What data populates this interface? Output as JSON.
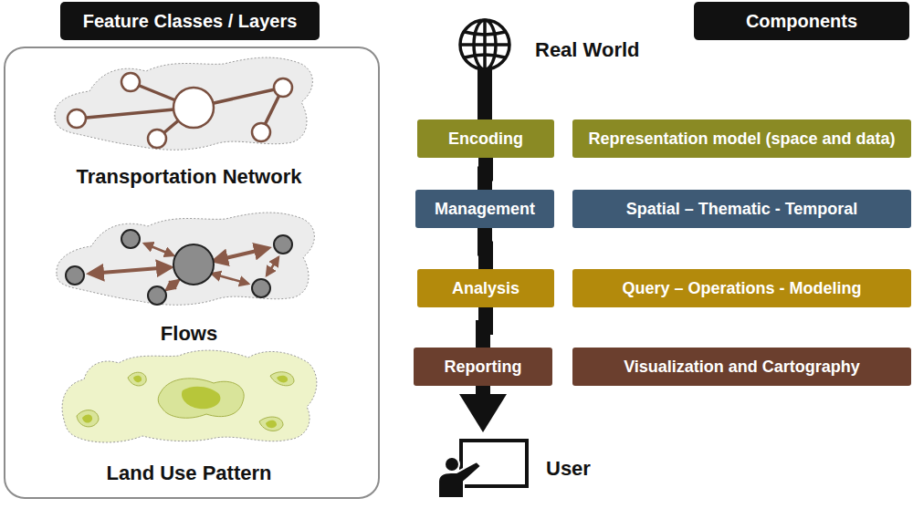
{
  "diagram": {
    "nodes": [
      {
        "text": [
          "Feature Classes / Layers"
        ]
      },
      {
        "text": [
          "Components"
        ]
      },
      {
        "text": [
          "Encoding"
        ]
      },
      {
        "text": [
          "Representation model (space and data)"
        ]
      },
      {
        "text": [
          "Management"
        ]
      },
      {
        "text": [
          "Spatial – Thematic - Temporal"
        ]
      },
      {
        "text": [
          "Analysis"
        ]
      },
      {
        "text": [
          "Query – Operations - Modeling"
        ]
      },
      {
        "text": [
          "Reporting"
        ]
      },
      {
        "text": [
          "Visualization and Cartography"
        ]
      }
    ],
    "edges": [
      {
        "from": 2,
        "to": 4,
        "arrow": "none"
      },
      {
        "from": 4,
        "to": 6,
        "arrow": "none"
      },
      {
        "from": 6,
        "to": 8,
        "arrow": "none"
      }
    ],
    "labels": [
      "Transportation Network",
      "Flows",
      "Land Use Pattern",
      "Real World",
      "User"
    ]
  }
}
